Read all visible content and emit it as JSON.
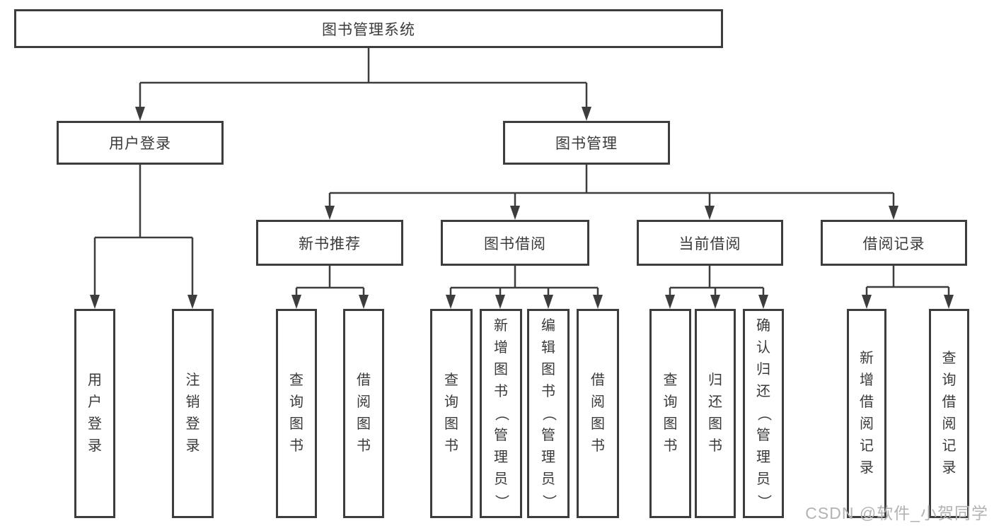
{
  "title": "图书管理系统",
  "level2": {
    "user_login": "用户登录",
    "book_management": "图书管理"
  },
  "login_children": [
    "用户登录",
    "注销登录"
  ],
  "modules": {
    "new_book_rec": {
      "label": "新书推荐",
      "children": [
        "查询图书",
        "借阅图书"
      ]
    },
    "book_borrow": {
      "label": "图书借阅",
      "children": [
        "查询图书",
        "新增图书（管理员）",
        "编辑图书（管理员）",
        "借阅图书"
      ]
    },
    "current_borrow": {
      "label": "当前借阅",
      "children": [
        "查询图书",
        "归还图书",
        "确认归还（管理员）"
      ]
    },
    "borrow_record": {
      "label": "借阅记录",
      "children": [
        "新增借阅记录",
        "查询借阅记录"
      ]
    }
  },
  "watermark": "CSDN @软件_小贺同学",
  "colors": {
    "line": "#3d3d3d",
    "text": "#3a3a3a",
    "watermark": "#b3b3b3",
    "background": "#ffffff"
  }
}
